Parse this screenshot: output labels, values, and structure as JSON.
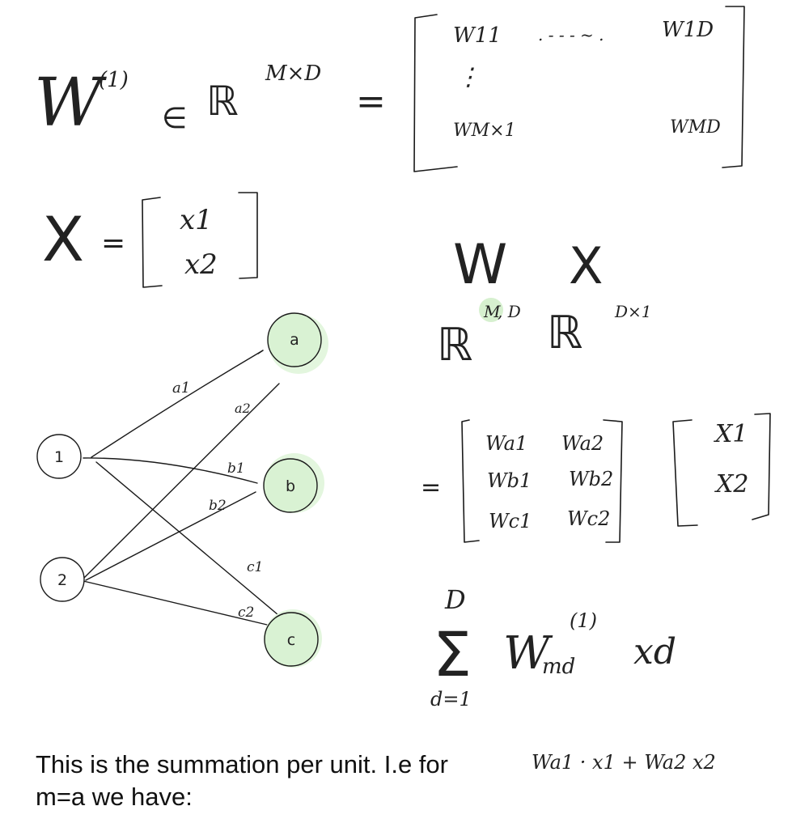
{
  "weight_matrix_def": {
    "symbol": "W",
    "superscript": "(1)",
    "element_of": "∈",
    "space": "ℝ",
    "space_dims": "M×D",
    "equals": "=",
    "matrix": {
      "top_left": "W11",
      "top_dots": ". - - - ~ .",
      "top_right": "W1D",
      "vertical_dots": "⋮",
      "bottom_left": "WM×1",
      "bottom_right": "WMD"
    }
  },
  "input_vector_def": {
    "symbol": "X",
    "equals": "=",
    "entries": [
      "x1",
      "x2"
    ]
  },
  "product_dims": {
    "w_symbol": "W",
    "x_symbol": "X",
    "space": "ℝ",
    "w_dims_m": "M",
    "w_dims_rest": ", D",
    "x_dims": "D×1"
  },
  "expanded_product": {
    "equals": "=",
    "weights": [
      [
        "Wa1",
        "Wa2"
      ],
      [
        "Wb1",
        "Wb2"
      ],
      [
        "Wc1",
        "Wc2"
      ]
    ],
    "inputs": [
      "X1",
      "X2"
    ]
  },
  "summation": {
    "upper": "D",
    "sigma": "Σ",
    "lower": "d=1",
    "term_symbol": "W",
    "term_subscript": "md",
    "term_superscript": "(1)",
    "input_term": "xd"
  },
  "network": {
    "inputs": [
      {
        "id": "input-1",
        "label": "1"
      },
      {
        "id": "input-2",
        "label": "2"
      }
    ],
    "outputs": [
      {
        "id": "output-a",
        "label": "a"
      },
      {
        "id": "output-b",
        "label": "b"
      },
      {
        "id": "output-c",
        "label": "c"
      }
    ],
    "edge_labels": [
      "a1",
      "a2",
      "b1",
      "b2",
      "c1",
      "c2"
    ],
    "highlight_color": "#d6f0cf",
    "output_fill": "#d9f2d3"
  },
  "caption": {
    "line1": "This is the summation per unit. I.e for",
    "line2": "m=a we have:"
  },
  "example": {
    "text": "Wa1 · x1  +  Wa2 x2"
  }
}
